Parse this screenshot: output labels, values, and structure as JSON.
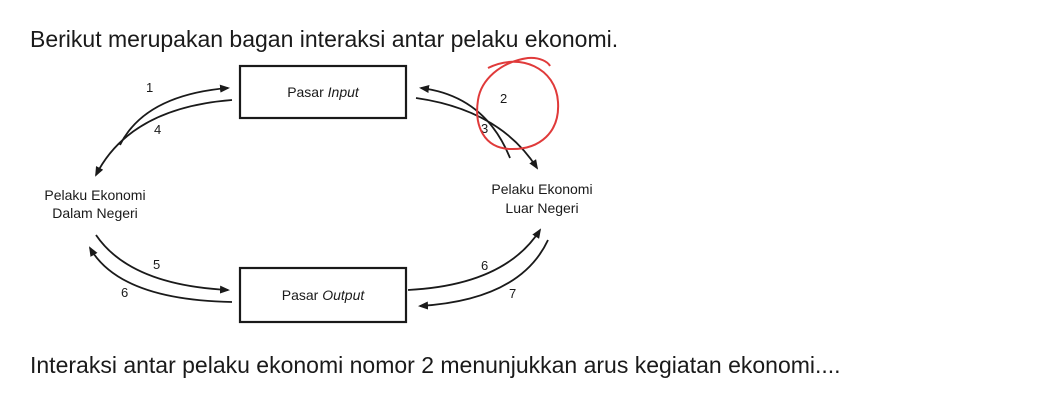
{
  "question": {
    "intro": "Berikut merupakan bagan interaksi antar pelaku ekonomi.",
    "ask": "Interaksi antar pelaku ekonomi nomor 2 menunjukkan arus kegiatan ekonomi...."
  },
  "diagram": {
    "pasar_input": {
      "word1": "Pasar ",
      "word2": "Input"
    },
    "pasar_output": {
      "word1": "Pasar ",
      "word2": "Output"
    },
    "domestic": {
      "line1": "Pelaku Ekonomi",
      "line2": "Dalam Negeri"
    },
    "foreign": {
      "line1": "Pelaku Ekonomi",
      "line2": "Luar Negeri"
    },
    "numbers": {
      "n1": "1",
      "n2": "2",
      "n3": "3",
      "n4": "4",
      "n5": "5",
      "n6a": "6",
      "n6b": "6",
      "n7": "7"
    },
    "highlight_color": "#e03a3a"
  }
}
